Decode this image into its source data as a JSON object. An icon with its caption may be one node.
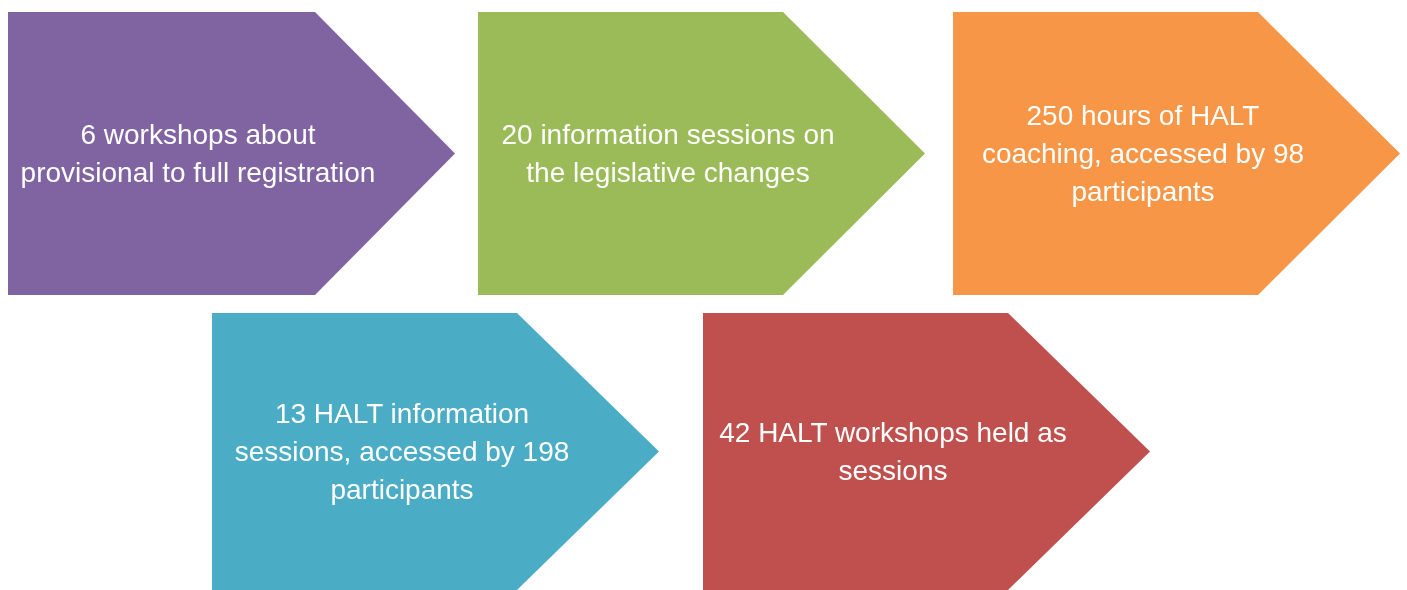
{
  "diagram": {
    "nodes": [
      {
        "text": [
          "6 workshops about provisional to full registration"
        ]
      },
      {
        "text": [
          "20 information sessions on the legislative changes"
        ]
      },
      {
        "text": [
          "250 hours of HALT coaching, accessed by 98 participants"
        ]
      },
      {
        "text": [
          "13 HALT information sessions, accessed by 198 participants"
        ]
      },
      {
        "text": [
          "42 HALT workshops held as sessions"
        ]
      }
    ]
  }
}
